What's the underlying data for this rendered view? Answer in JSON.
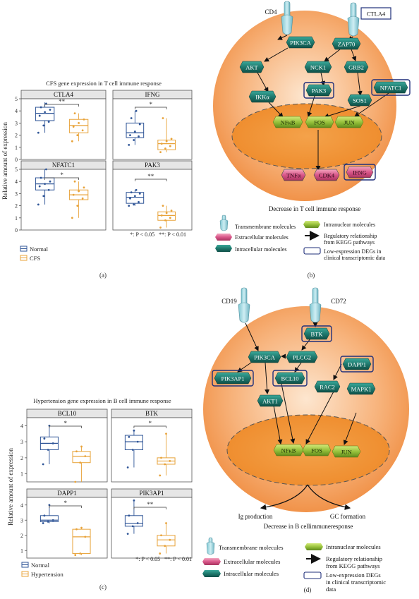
{
  "panel_a": {
    "title": "CFS gene expression in T cell immune response",
    "ylabel": "Relative amount of expression",
    "facets": [
      {
        "name": "CTLA4",
        "sig": "**",
        "yticks": [
          "0",
          "1",
          "2",
          "3",
          "4",
          "5"
        ]
      },
      {
        "name": "IFNG",
        "sig": "*"
      },
      {
        "name": "NFATC1",
        "sig": "*",
        "yticks": [
          "0",
          "1",
          "2",
          "3",
          "4",
          "5"
        ]
      },
      {
        "name": "PAK3",
        "sig": "**"
      }
    ],
    "pnote": "*: P < 0.05   **: P < 0.01",
    "legend": [
      "Normal",
      "CFS"
    ],
    "caption": "(a)"
  },
  "panel_b": {
    "receptor1": "CD4",
    "receptor2": "CTLA4",
    "nodes": [
      "PIK3CA",
      "ZAP70",
      "AKT",
      "NCK1",
      "GRB2",
      "IKKα",
      "PAK3",
      "NFATC1",
      "SOS1",
      "NFκB",
      "FOS",
      "JUN",
      "TNFα",
      "CDK4",
      "IFNG"
    ],
    "outcome": "Decrease in T cell immune response",
    "legend": {
      "tm": "Transmembrane molecules",
      "extra": "Extracellular molecules",
      "intra": "Intracellular molecules",
      "nuc": "Intranuclear molecules",
      "reg1": "Regulatory relationship",
      "reg2": "from KEGG pathways",
      "low1": "Low-expression DEGs in",
      "low2": "clinical transcriptomic data"
    },
    "caption": "(b)"
  },
  "panel_c": {
    "title": "Hypertension gene expression in B cell immune response",
    "ylabel": "Relative amount of expression",
    "facets": [
      {
        "name": "BCL10",
        "sig": "*",
        "yticks": [
          "1",
          "2",
          "3",
          "4"
        ]
      },
      {
        "name": "BTK",
        "sig": "*"
      },
      {
        "name": "DAPP1",
        "sig": "*",
        "yticks": [
          "1",
          "2",
          "3",
          "4"
        ]
      },
      {
        "name": "PIK3AP1",
        "sig": "**"
      }
    ],
    "pnote": "*: P < 0.05   **: P < 0.01",
    "legend": [
      "Normal",
      "Hypertension"
    ],
    "caption": "(c)"
  },
  "panel_d": {
    "receptor1": "CD19",
    "receptor2": "CD72",
    "nodes": [
      "BTK",
      "PIK3CA",
      "PLCG2",
      "DAPP1",
      "PIK3AP1",
      "BCL10",
      "RAC2",
      "MAPK1",
      "AKT1",
      "NFκB",
      "FOS",
      "JUN"
    ],
    "out1": "Ig production",
    "out2": "GC formation",
    "outcome": "Decrease in B cellimmuneresponse",
    "legend": {
      "tm": "Transmembrane molecules",
      "extra": "Extracellular molecules",
      "intra": "Intracellular molecules",
      "nuc": "Intranuclear molecules",
      "reg1": "Regulatory relationship",
      "reg2": "from KEGG pathways",
      "low1": "Low-expression DEGs",
      "low2": "in clinical transcriptomic",
      "low3": "data"
    },
    "caption": "(d)"
  },
  "chart_data": [
    {
      "type": "box",
      "title": "CFS gene expression in T cell immune response",
      "ylabel": "Relative amount of expression",
      "groups": [
        "Normal",
        "CFS"
      ],
      "colors": {
        "Normal": "#2f5597",
        "CFS": "#e8a33a"
      },
      "facets": [
        {
          "name": "CTLA4",
          "ylim": [
            0,
            5
          ],
          "Normal": {
            "q1": 3.2,
            "median": 3.8,
            "q3": 4.3,
            "min": 2.2,
            "max": 4.7,
            "points": [
              2.2,
              2.8,
              3.1,
              3.6,
              3.9,
              4.1,
              4.3,
              4.6
            ]
          },
          "CFS": {
            "q1": 2.2,
            "median": 2.8,
            "q3": 3.3,
            "min": 1.5,
            "max": 3.8,
            "points": [
              1.5,
              2.0,
              2.4,
              2.7,
              3.0,
              3.3,
              3.8
            ]
          }
        },
        {
          "name": "IFNG",
          "ylim": [
            0,
            5
          ],
          "Normal": {
            "q1": 1.8,
            "median": 2.2,
            "q3": 3.0,
            "min": 1.2,
            "max": 4.0,
            "points": [
              1.2,
              1.6,
              1.9,
              2.0,
              2.3,
              2.9,
              3.4,
              4.0
            ]
          },
          "CFS": {
            "q1": 0.8,
            "median": 1.3,
            "q3": 1.6,
            "min": 0.6,
            "max": 3.4,
            "points": [
              0.6,
              0.9,
              1.1,
              1.3,
              1.5,
              1.7,
              3.4
            ]
          }
        },
        {
          "name": "NFATC1",
          "ylim": [
            0,
            5
          ],
          "Normal": {
            "q1": 3.3,
            "median": 3.8,
            "q3": 4.3,
            "min": 2.1,
            "max": 5.0,
            "points": [
              2.1,
              2.8,
              3.3,
              3.6,
              3.8,
              4.0,
              4.3,
              5.0
            ]
          },
          "CFS": {
            "q1": 2.5,
            "median": 2.9,
            "q3": 3.3,
            "min": 1.0,
            "max": 4.0,
            "points": [
              1.0,
              2.0,
              2.6,
              2.9,
              3.2,
              3.5,
              4.0
            ]
          }
        },
        {
          "name": "PAK3",
          "ylim": [
            0,
            5
          ],
          "Normal": {
            "q1": 2.2,
            "median": 2.7,
            "q3": 3.1,
            "min": 2.0,
            "max": 3.3,
            "points": [
              2.0,
              2.1,
              2.3,
              2.6,
              2.8,
              3.0,
              3.1,
              3.3
            ]
          },
          "CFS": {
            "q1": 0.8,
            "median": 1.2,
            "q3": 1.5,
            "min": 0.2,
            "max": 2.0,
            "points": [
              0.2,
              0.8,
              1.0,
              1.2,
              1.4,
              1.6,
              2.0
            ]
          }
        }
      ]
    },
    {
      "type": "box",
      "title": "Hypertension gene expression in B cell immune response",
      "ylabel": "Relative amount of expression",
      "groups": [
        "Normal",
        "Hypertension"
      ],
      "colors": {
        "Normal": "#2f5597",
        "Hypertension": "#e8a33a"
      },
      "facets": [
        {
          "name": "BCL10",
          "ylim": [
            0.5,
            4.5
          ],
          "Normal": {
            "q1": 2.5,
            "median": 2.9,
            "q3": 3.3,
            "min": 1.6,
            "max": 4.0,
            "points": [
              1.6,
              2.5,
              2.9,
              3.2,
              4.0
            ]
          },
          "Hypertension": {
            "q1": 1.7,
            "median": 2.1,
            "q3": 2.4,
            "min": 0.5,
            "max": 2.7,
            "points": [
              0.5,
              1.7,
              2.1,
              2.4,
              2.7
            ]
          }
        },
        {
          "name": "BTK",
          "ylim": [
            0.5,
            4.5
          ],
          "Normal": {
            "q1": 2.5,
            "median": 3.0,
            "q3": 3.4,
            "min": 1.4,
            "max": 3.7,
            "points": [
              1.4,
              2.5,
              3.0,
              3.3,
              3.7
            ]
          },
          "Hypertension": {
            "q1": 1.6,
            "median": 1.8,
            "q3": 2.0,
            "min": 0.9,
            "max": 3.5,
            "points": [
              0.9,
              1.6,
              1.8,
              2.0,
              3.5
            ]
          }
        },
        {
          "name": "DAPP1",
          "ylim": [
            0.5,
            4.5
          ],
          "Normal": {
            "q1": 2.9,
            "median": 3.0,
            "q3": 3.3,
            "min": 2.8,
            "max": 4.0,
            "points": [
              2.8,
              2.9,
              3.0,
              3.3,
              4.0
            ]
          },
          "Hypertension": {
            "q1": 0.8,
            "median": 1.9,
            "q3": 2.4,
            "min": 0.7,
            "max": 2.5,
            "points": [
              0.7,
              0.8,
              1.9,
              2.4,
              2.5
            ]
          }
        },
        {
          "name": "PIK3AP1",
          "ylim": [
            0.5,
            4.5
          ],
          "Normal": {
            "q1": 2.6,
            "median": 2.8,
            "q3": 3.3,
            "min": 2.1,
            "max": 4.3,
            "points": [
              2.1,
              2.6,
              2.8,
              3.3,
              4.3
            ]
          },
          "Hypertension": {
            "q1": 1.3,
            "median": 1.7,
            "q3": 2.0,
            "min": 0.8,
            "max": 2.8,
            "points": [
              0.8,
              1.3,
              1.7,
              2.0,
              2.8
            ]
          }
        }
      ]
    }
  ]
}
